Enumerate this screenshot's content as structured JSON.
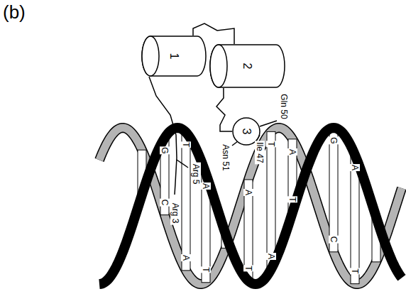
{
  "diagram": {
    "nodes": [
      {
        "text": [
          "1"
        ]
      },
      {
        "text": [
          "2"
        ]
      },
      {
        "text": [
          "3"
        ]
      }
    ],
    "edges": [
      {
        "from": 0,
        "to": 1,
        "arrow": "none"
      },
      {
        "from": 1,
        "to": 2,
        "arrow": "none"
      }
    ],
    "labels": [
      "(b)",
      "Gln 50",
      "Asn 51",
      "Ile 47",
      "Arg 5",
      "Arg 3",
      "G",
      "C",
      "T",
      "A",
      "A",
      "T",
      "A",
      "T",
      "T",
      "A",
      "A",
      "T",
      "G",
      "C",
      "A",
      "T"
    ]
  }
}
